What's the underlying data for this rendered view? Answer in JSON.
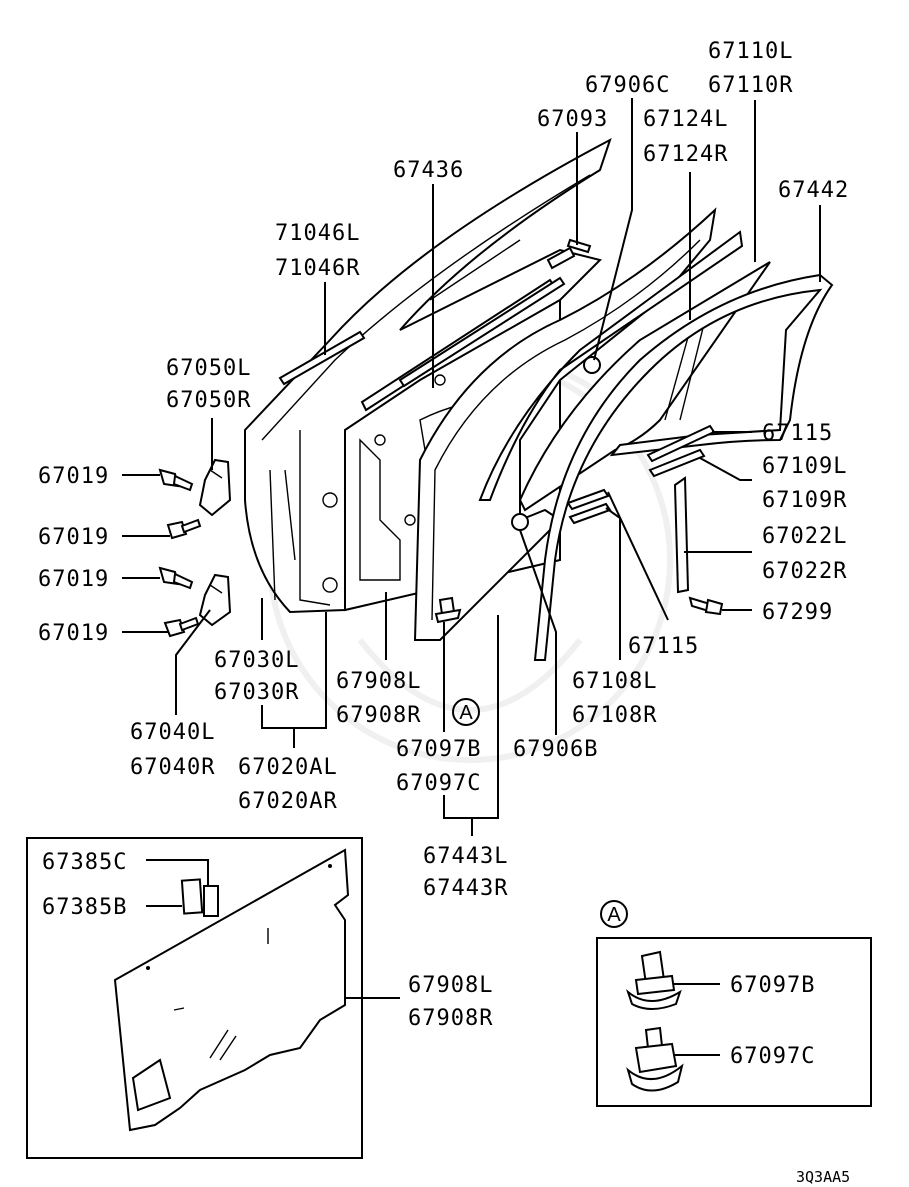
{
  "labels": {
    "l67110L": "67110L",
    "l67110R": "67110R",
    "l67906C": "67906C",
    "l67093": "67093",
    "l67124L": "67124L",
    "l67124R": "67124R",
    "l67436": "67436",
    "l67442": "67442",
    "l71046L": "71046L",
    "l71046R": "71046R",
    "l67050L": "67050L",
    "l67050R": "67050R",
    "l67019a": "67019",
    "l67019b": "67019",
    "l67019c": "67019",
    "l67019d": "67019",
    "l67115a": "67115",
    "l67109L": "67109L",
    "l67109R": "67109R",
    "l67022L": "67022L",
    "l67022R": "67022R",
    "l67299": "67299",
    "l67115b": "67115",
    "l67030L": "67030L",
    "l67030R": "67030R",
    "l67908L": "67908L",
    "l67908R": "67908R",
    "l67108L": "67108L",
    "l67108R": "67108R",
    "l67040L": "67040L",
    "l67040R": "67040R",
    "l67020AL": "67020AL",
    "l67020AR": "67020AR",
    "l67097B": "67097B",
    "l67097C": "67097C",
    "l67906B": "67906B",
    "l67443L": "67443L",
    "l67443R": "67443R",
    "l67385C": "67385C",
    "l67385B": "67385B",
    "l67908L2": "67908L",
    "l67908R2": "67908R",
    "l67097B2": "67097B",
    "l67097C2": "67097C",
    "calloutA1": "A",
    "calloutA2": "A",
    "code": "3Q3AA5"
  }
}
